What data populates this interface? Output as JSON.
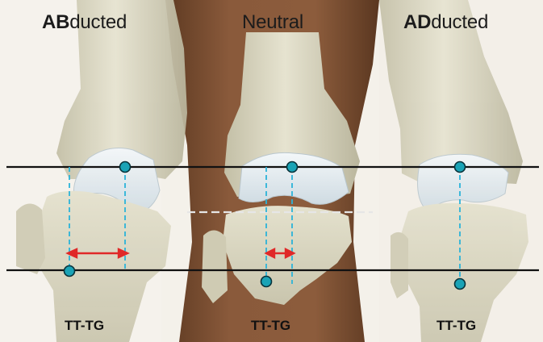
{
  "panels": [
    {
      "bold": "AB",
      "rest": "ducted",
      "caption": "TT-TG"
    },
    {
      "bold": "",
      "rest": "Neutral",
      "caption": "TT-TG"
    },
    {
      "bold": "AD",
      "rest": "ducted",
      "caption": "TT-TG"
    }
  ],
  "colors": {
    "skin": "#7a4f33",
    "bone": "#dedbc6",
    "bone_shadow": "#b7b39c",
    "cartilage": "#e7eef2",
    "reference_line": "#111111",
    "marker": "#1aa3b6",
    "dashed_projection": "#2bb3d9",
    "distance_arrow": "#e02828"
  }
}
